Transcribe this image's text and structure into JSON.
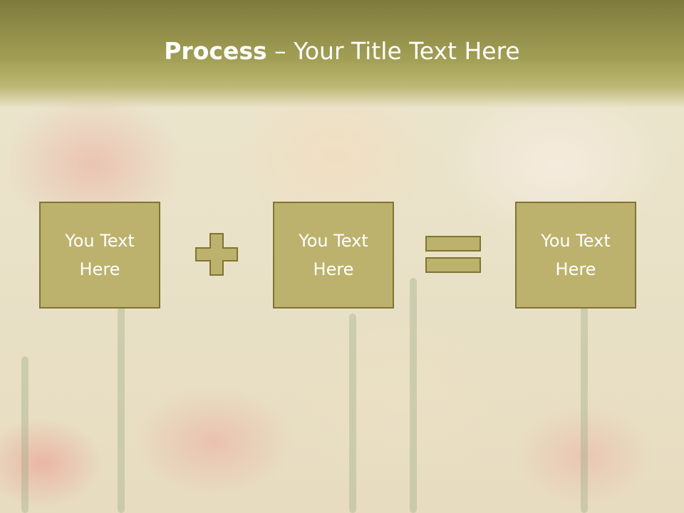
{
  "slide": {
    "title_bold": "Process",
    "title_separator": " – ",
    "title_rest": "Your Title Text Here"
  },
  "process": {
    "steps": [
      {
        "label": "You Text Here"
      },
      {
        "label": "You Text Here"
      },
      {
        "label": "You Text Here"
      }
    ],
    "operators": [
      "plus-icon",
      "equals-icon"
    ]
  },
  "colors": {
    "header": "#9e9a52",
    "box_fill": "#bcb26e",
    "box_border": "#7e7530",
    "text": "#ffffff"
  }
}
